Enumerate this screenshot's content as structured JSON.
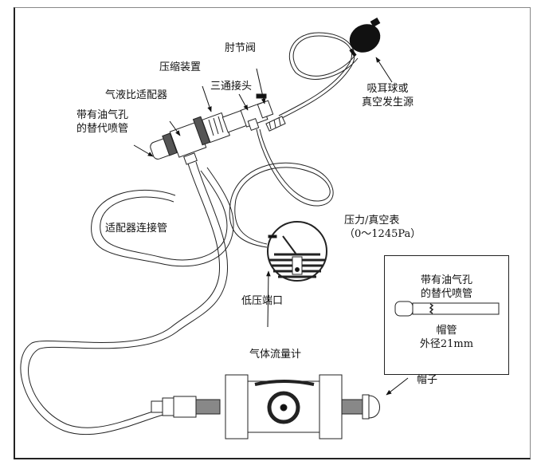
{
  "diagram": {
    "labels": {
      "elbow_valve": "肘节阀",
      "compression_device": "压缩装置",
      "tee_fitting": "三通接头",
      "gas_liquid_adapter": "气液比适配器",
      "nozzle_line1": "带有油气孔",
      "nozzle_line2": "的替代喷管",
      "bulb_line1": "吸耳球或",
      "bulb_line2": "真空发生源",
      "adapter_hose": "适配器连接管",
      "gauge_line1": "压力/真空表",
      "gauge_line2": "（0～1245Pa）",
      "low_pressure_port": "低压端口",
      "flowmeter": "气体流量计",
      "cap": "帽子"
    },
    "inset": {
      "title_line1": "带有油气孔",
      "title_line2": "的替代喷管",
      "caption_line1": "帽管",
      "caption_line2": "外径21mm"
    }
  }
}
